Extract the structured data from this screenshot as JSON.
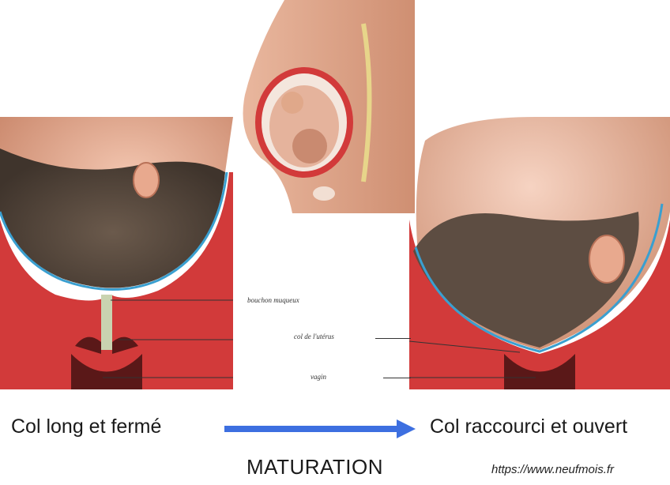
{
  "labels": {
    "mucus_plug": "bouchon muqueux",
    "cervix": "col de l'utérus",
    "vagina": "vagin"
  },
  "captions": {
    "left": "Col long et fermé",
    "right": "Col raccourci et ouvert"
  },
  "title": "MATURATION",
  "source": "https://www.neufmois.fr",
  "colors": {
    "arrow": "#3d6fe0",
    "tissue": "#d23a3a",
    "membrane": "#3a9fd0",
    "skin": "#e0a88a"
  }
}
